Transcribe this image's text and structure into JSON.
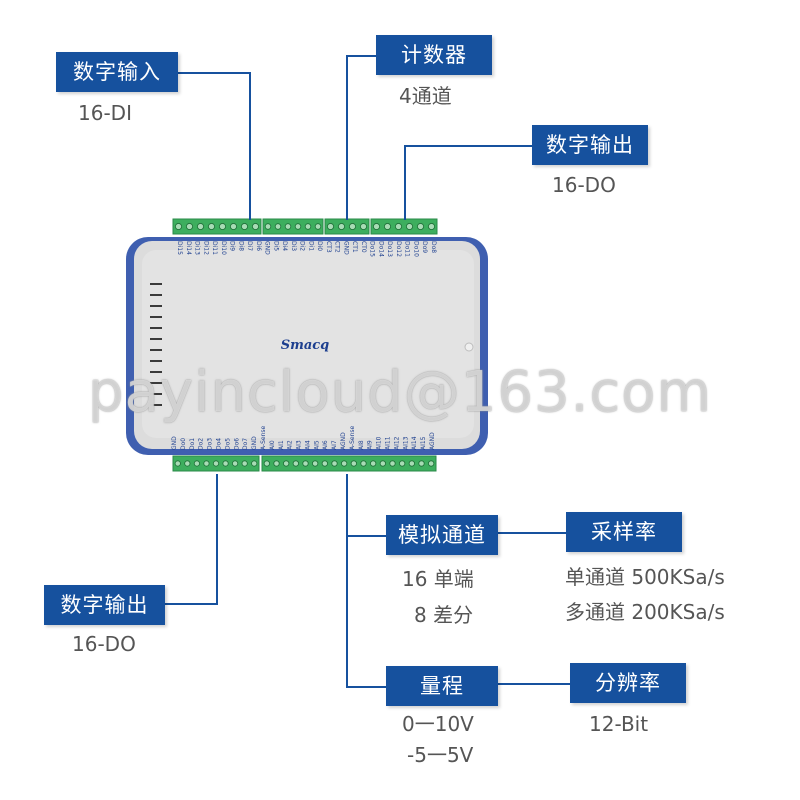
{
  "colors": {
    "tag_bg": "#16519e",
    "tag_text": "#ffffff",
    "caption": "#555555",
    "terminal_green": "#3dae5e",
    "case_blue": "#3f5fb0",
    "case_gray": "#dcdcdc"
  },
  "labels": {
    "digital_input": {
      "title": "数字输入",
      "caption": "16-DI"
    },
    "counter": {
      "title": "计数器",
      "caption": "4通道"
    },
    "digital_output_top": {
      "title": "数字输出",
      "caption": "16-DO"
    },
    "digital_output_bottom": {
      "title": "数字输出",
      "caption": "16-DO"
    },
    "analog_channels": {
      "title": "模拟通道",
      "caption_lines": [
        "16 单端",
        "8 差分"
      ]
    },
    "sample_rate": {
      "title": "采样率",
      "caption_lines": [
        "单通道 500KSa/s",
        "多通道 200KSa/s"
      ]
    },
    "range": {
      "title": "量程",
      "caption_lines": [
        "0一10V",
        "-5一5V"
      ]
    },
    "resolution": {
      "title": "分辨率",
      "caption": "12-Bit"
    }
  },
  "device": {
    "brand": "Smacq",
    "top_pins": [
      "Di15",
      "Di14",
      "Di13",
      "Di12",
      "Di11",
      "Di10",
      "Di9",
      "Di8",
      "Di7",
      "Di6",
      "GND",
      "Di5",
      "Di4",
      "Di3",
      "Di2",
      "Di1",
      "Di0",
      "CT3",
      "CT2",
      "GND",
      "CT1",
      "CT0",
      "Do15",
      "Do14",
      "Do13",
      "Do12",
      "Do11",
      "Do10",
      "Do9",
      "Do8"
    ],
    "bottom_pins": [
      "GND",
      "Do0",
      "Do1",
      "Do2",
      "Do3",
      "Do4",
      "Do5",
      "Do6",
      "Do7",
      "GND",
      "A-Sense",
      "AI0",
      "AI1",
      "AI2",
      "AI3",
      "AI4",
      "AI5",
      "AI6",
      "AI7",
      "AGND",
      "A-Sense",
      "AI8",
      "AI9",
      "AI10",
      "AI11",
      "AI12",
      "AI13",
      "AI14",
      "AI15",
      "AGND"
    ]
  },
  "watermark": "payincloud@163.com"
}
